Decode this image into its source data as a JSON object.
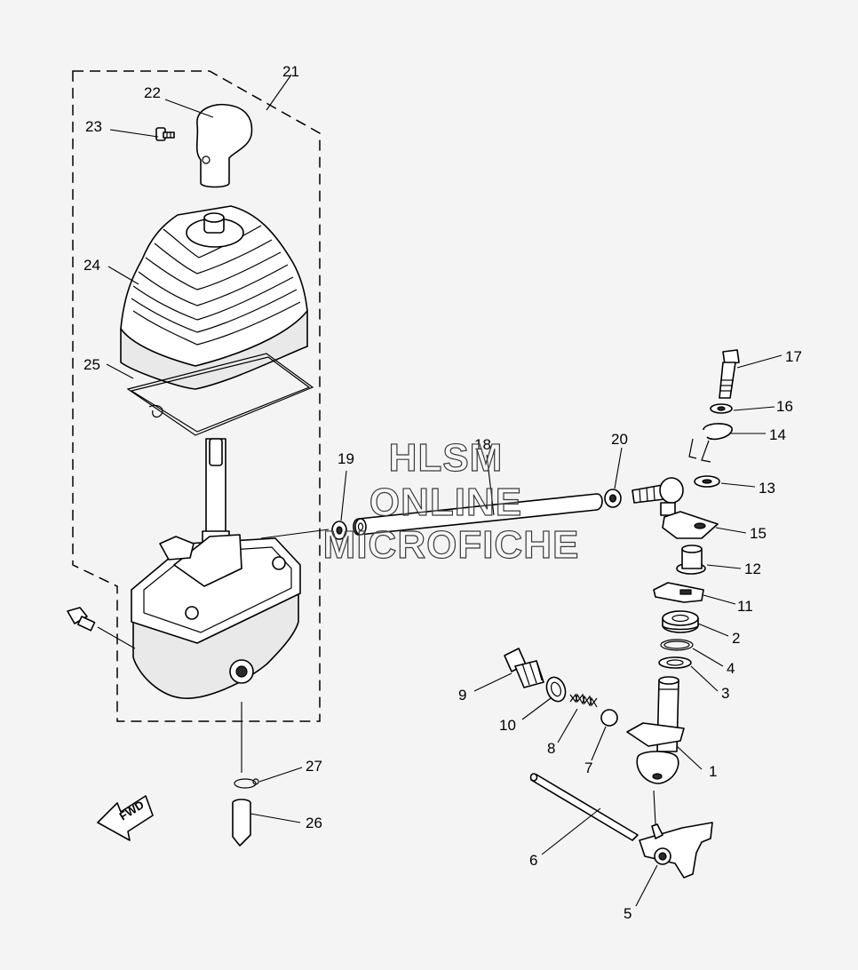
{
  "watermark": {
    "line1": "HLSM",
    "line2": "ONLINE",
    "line3": "MICROFICHE"
  },
  "direction_arrow": {
    "label": "FWD"
  },
  "callouts": [
    "1",
    "2",
    "3",
    "4",
    "5",
    "6",
    "7",
    "8",
    "9",
    "10",
    "11",
    "12",
    "13",
    "14",
    "15",
    "16",
    "17",
    "18",
    "19",
    "20",
    "21",
    "22",
    "23",
    "24",
    "25",
    "26",
    "27"
  ],
  "colors": {
    "background": "#f4f4f4",
    "line": "#000000"
  }
}
